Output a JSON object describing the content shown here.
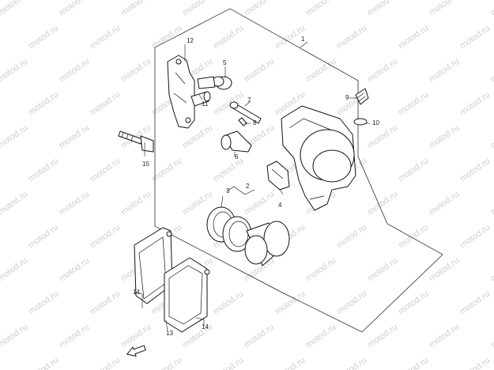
{
  "watermark": "motod.ru",
  "callouts": [
    "1",
    "2",
    "3",
    "4",
    "5",
    "6",
    "7",
    "8",
    "9",
    "10",
    "11",
    "12",
    "13",
    "14",
    "14",
    "15"
  ],
  "colors": {
    "line": "#111111",
    "watermark": "#cfcfcf",
    "background": "#ffffff"
  },
  "icons": {
    "front_arrow": "arrow-front-icon"
  }
}
